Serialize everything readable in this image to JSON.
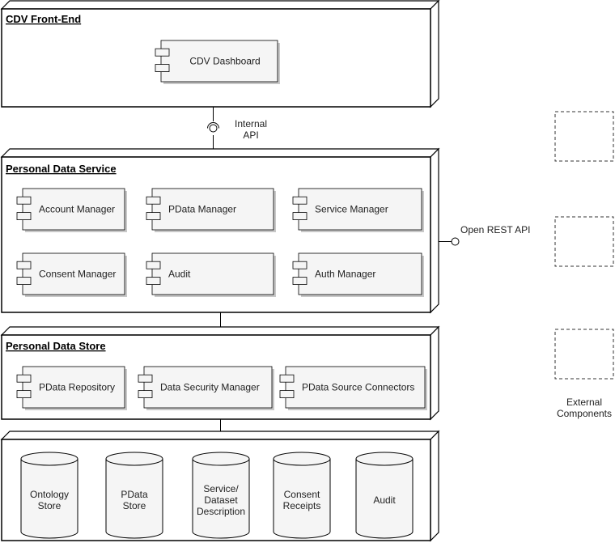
{
  "colors": {
    "stroke": "#000000",
    "component_fill": "#f5f5f5",
    "node_fill": "#ffffff",
    "dashed": "#333333"
  },
  "nodes": {
    "frontend": {
      "title": "CDV Front-End",
      "components": [
        "CDV Dashboard"
      ]
    },
    "pds": {
      "title": "Personal Data Service",
      "components": [
        "Account Manager",
        "PData Manager",
        "Service Manager",
        "Consent Manager",
        "Audit",
        "Auth Manager"
      ]
    },
    "store": {
      "title": "Personal Data Store",
      "components": [
        "PData Repository",
        "Data Security Manager",
        "PData Source  Connectors"
      ]
    },
    "databases": {
      "title": "",
      "items": [
        [
          "Ontology",
          "Store"
        ],
        [
          "PData",
          "Store"
        ],
        [
          "Service/",
          "Dataset",
          "Description"
        ],
        [
          "Consent",
          "Receipts"
        ],
        [
          "Audit"
        ]
      ]
    }
  },
  "interfaces": {
    "internal_api": [
      "Internal",
      "API"
    ],
    "open_rest_api": "Open REST API"
  },
  "external": {
    "label": [
      "External",
      "Components"
    ],
    "box_count": 3
  }
}
